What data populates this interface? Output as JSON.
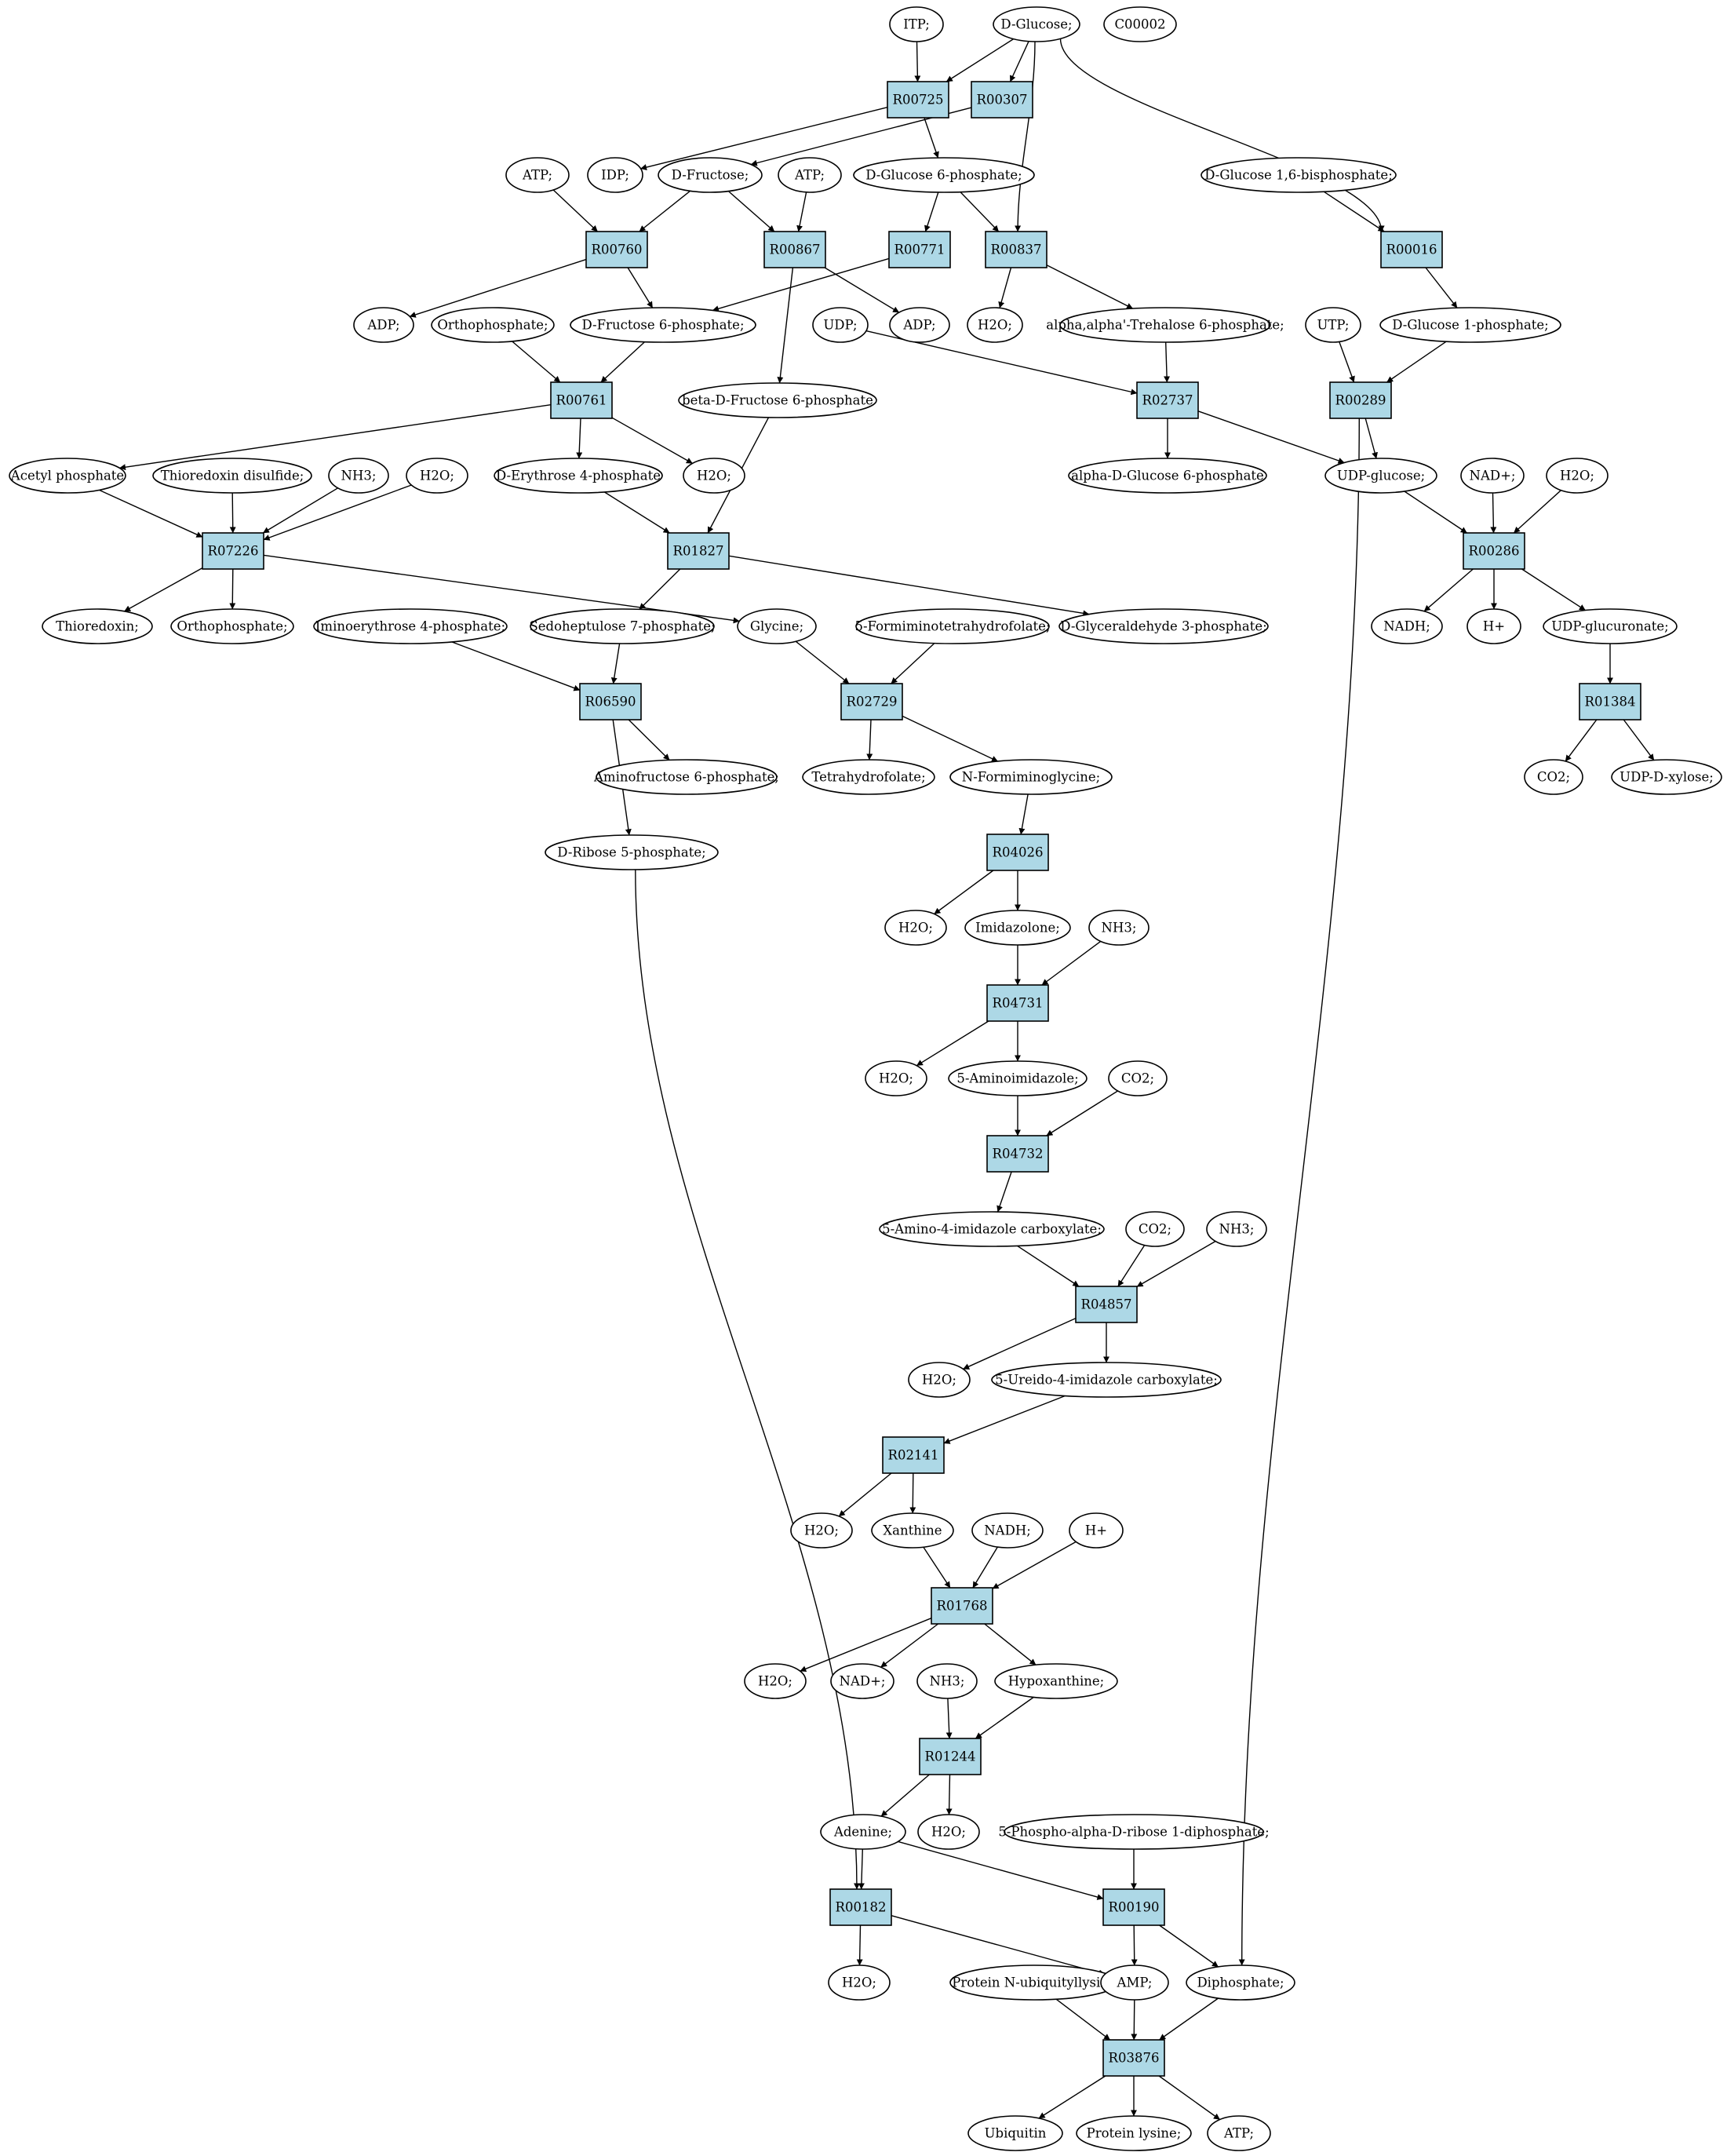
{
  "colors": {
    "reaction": "#add8e6",
    "start": "#00ff00",
    "highlight": "#ffff00",
    "compound": "#ffffff",
    "stroke": "#000000"
  },
  "nodes": {
    "itp": {
      "label": "ITP;",
      "kind": "compound"
    },
    "glucose": {
      "label": "D-Glucose;",
      "kind": "start"
    },
    "c00002": {
      "label": "C00002",
      "kind": "highlight"
    },
    "r00725": {
      "label": "R00725",
      "kind": "reaction"
    },
    "r00307": {
      "label": "R00307",
      "kind": "reaction"
    },
    "atp1": {
      "label": "ATP;",
      "kind": "compound"
    },
    "idp": {
      "label": "IDP;",
      "kind": "compound"
    },
    "fructose": {
      "label": "D-Fructose;",
      "kind": "compound"
    },
    "atp2": {
      "label": "ATP;",
      "kind": "compound"
    },
    "g6p": {
      "label": "D-Glucose 6-phosphate;",
      "kind": "compound"
    },
    "g16bp": {
      "label": "D-Glucose 1,6-bisphosphate;",
      "kind": "compound"
    },
    "r00760": {
      "label": "R00760",
      "kind": "reaction"
    },
    "r00867": {
      "label": "R00867",
      "kind": "reaction"
    },
    "r00771": {
      "label": "R00771",
      "kind": "reaction"
    },
    "r00837": {
      "label": "R00837",
      "kind": "reaction"
    },
    "r00016": {
      "label": "R00016",
      "kind": "reaction"
    },
    "adp1": {
      "label": "ADP;",
      "kind": "compound"
    },
    "orthophosphate1": {
      "label": "Orthophosphate;",
      "kind": "compound"
    },
    "f6p": {
      "label": "D-Fructose 6-phosphate;",
      "kind": "compound"
    },
    "adp2": {
      "label": "ADP;",
      "kind": "compound"
    },
    "h2o1": {
      "label": "H2O;",
      "kind": "compound"
    },
    "t6p": {
      "label": "alpha,alpha'-Trehalose 6-phosphate;",
      "kind": "compound"
    },
    "udp": {
      "label": "UDP;",
      "kind": "compound"
    },
    "utp": {
      "label": "UTP;",
      "kind": "compound"
    },
    "g1p": {
      "label": "D-Glucose 1-phosphate;",
      "kind": "compound"
    },
    "r00761": {
      "label": "R00761",
      "kind": "reaction"
    },
    "bf6p": {
      "label": "beta-D-Fructose 6-phosphate",
      "kind": "compound"
    },
    "r02737": {
      "label": "R02737",
      "kind": "reaction"
    },
    "r00289": {
      "label": "R00289",
      "kind": "reaction"
    },
    "acetylp": {
      "label": "Acetyl phosphate",
      "kind": "compound"
    },
    "trxs2": {
      "label": "Thioredoxin disulfide;",
      "kind": "compound"
    },
    "nh3_1": {
      "label": "NH3;",
      "kind": "compound"
    },
    "h2o2": {
      "label": "H2O;",
      "kind": "compound"
    },
    "e4p": {
      "label": "D-Erythrose 4-phosphate",
      "kind": "compound"
    },
    "h2o3": {
      "label": "H2O;",
      "kind": "compound"
    },
    "ag6p": {
      "label": "alpha-D-Glucose 6-phosphate",
      "kind": "compound"
    },
    "udpglc": {
      "label": "UDP-glucose;",
      "kind": "compound"
    },
    "nadp1": {
      "label": "NAD+;",
      "kind": "compound"
    },
    "h2o4": {
      "label": "H2O;",
      "kind": "compound"
    },
    "r07226": {
      "label": "R07226",
      "kind": "reaction"
    },
    "r01827": {
      "label": "R01827",
      "kind": "reaction"
    },
    "r00286": {
      "label": "R00286",
      "kind": "reaction"
    },
    "trx": {
      "label": "Thioredoxin;",
      "kind": "compound"
    },
    "orthophosphate2": {
      "label": "Orthophosphate;",
      "kind": "compound"
    },
    "ie4p": {
      "label": "Iminoerythrose 4-phosphate;",
      "kind": "compound"
    },
    "s7p": {
      "label": "Sedoheptulose 7-phosphate;",
      "kind": "compound"
    },
    "glycine": {
      "label": "Glycine;",
      "kind": "compound"
    },
    "formimino": {
      "label": "5-Formiminotetrahydrofolate;",
      "kind": "compound"
    },
    "gap": {
      "label": "D-Glyceraldehyde 3-phosphate;",
      "kind": "compound"
    },
    "nadh1": {
      "label": "NADH;",
      "kind": "compound"
    },
    "hplus1": {
      "label": "H+",
      "kind": "compound"
    },
    "udpglca": {
      "label": "UDP-glucuronate;",
      "kind": "compound"
    },
    "r06590": {
      "label": "R06590",
      "kind": "reaction"
    },
    "r02729": {
      "label": "R02729",
      "kind": "reaction"
    },
    "r01384": {
      "label": "R01384",
      "kind": "reaction"
    },
    "af6p": {
      "label": "Aminofructose 6-phosphate;",
      "kind": "compound"
    },
    "thf": {
      "label": "Tetrahydrofolate;",
      "kind": "compound"
    },
    "nfg": {
      "label": "N-Formiminoglycine;",
      "kind": "compound"
    },
    "co2_1": {
      "label": "CO2;",
      "kind": "compound"
    },
    "udpxyl": {
      "label": "UDP-D-xylose;",
      "kind": "compound"
    },
    "r5p": {
      "label": "D-Ribose 5-phosphate;",
      "kind": "compound"
    },
    "r04026": {
      "label": "R04026",
      "kind": "reaction"
    },
    "h2o5": {
      "label": "H2O;",
      "kind": "compound"
    },
    "imidazolone": {
      "label": "Imidazolone;",
      "kind": "compound"
    },
    "nh3_2": {
      "label": "NH3;",
      "kind": "compound"
    },
    "r04731": {
      "label": "R04731",
      "kind": "reaction"
    },
    "h2o6": {
      "label": "H2O;",
      "kind": "compound"
    },
    "aminoimidazole": {
      "label": "5-Aminoimidazole;",
      "kind": "compound"
    },
    "co2_2": {
      "label": "CO2;",
      "kind": "compound"
    },
    "r04732": {
      "label": "R04732",
      "kind": "reaction"
    },
    "aic": {
      "label": "5-Amino-4-imidazole carboxylate;",
      "kind": "compound"
    },
    "co2_3": {
      "label": "CO2;",
      "kind": "compound"
    },
    "nh3_3": {
      "label": "NH3;",
      "kind": "compound"
    },
    "r04857": {
      "label": "R04857",
      "kind": "reaction"
    },
    "h2o7": {
      "label": "H2O;",
      "kind": "compound"
    },
    "uic": {
      "label": "5-Ureido-4-imidazole carboxylate;",
      "kind": "compound"
    },
    "r02141": {
      "label": "R02141",
      "kind": "reaction"
    },
    "h2o8": {
      "label": "H2O;",
      "kind": "compound"
    },
    "xanthine": {
      "label": "Xanthine",
      "kind": "compound"
    },
    "nadh2": {
      "label": "NADH;",
      "kind": "compound"
    },
    "hplus2": {
      "label": "H+",
      "kind": "compound"
    },
    "r01768": {
      "label": "R01768",
      "kind": "reaction"
    },
    "h2o9": {
      "label": "H2O;",
      "kind": "compound"
    },
    "nadp2": {
      "label": "NAD+;",
      "kind": "compound"
    },
    "nh3_4": {
      "label": "NH3;",
      "kind": "compound"
    },
    "hypoxanthine": {
      "label": "Hypoxanthine;",
      "kind": "compound"
    },
    "r01244": {
      "label": "R01244",
      "kind": "reaction"
    },
    "adenine": {
      "label": "Adenine;",
      "kind": "compound"
    },
    "h2o10": {
      "label": "H2O;",
      "kind": "compound"
    },
    "prpp": {
      "label": "5-Phospho-alpha-D-ribose 1-diphosphate;",
      "kind": "compound"
    },
    "r00182": {
      "label": "R00182",
      "kind": "reaction"
    },
    "r00190": {
      "label": "R00190",
      "kind": "reaction"
    },
    "h2o11": {
      "label": "H2O;",
      "kind": "compound"
    },
    "pnub": {
      "label": "Protein N-ubiquityllysine",
      "kind": "compound"
    },
    "amp": {
      "label": "AMP;",
      "kind": "compound"
    },
    "ppi": {
      "label": "Diphosphate;",
      "kind": "compound"
    },
    "r03876": {
      "label": "R03876",
      "kind": "reaction"
    },
    "ubiquitin": {
      "label": "Ubiquitin",
      "kind": "compound"
    },
    "plys": {
      "label": "Protein lysine;",
      "kind": "compound"
    },
    "atp3": {
      "label": "ATP;",
      "kind": "compound"
    }
  },
  "edges": [
    [
      "itp",
      "r00725"
    ],
    [
      "glucose",
      "r00725"
    ],
    [
      "glucose",
      "r00307"
    ],
    [
      "glucose",
      "r00837"
    ],
    [
      "glucose",
      "r00016"
    ],
    [
      "r00725",
      "idp"
    ],
    [
      "r00725",
      "g6p"
    ],
    [
      "r00307",
      "fructose"
    ],
    [
      "atp1",
      "r00760"
    ],
    [
      "fructose",
      "r00760"
    ],
    [
      "fructose",
      "r00867"
    ],
    [
      "atp2",
      "r00867"
    ],
    [
      "g6p",
      "r00771"
    ],
    [
      "g6p",
      "r00837"
    ],
    [
      "g16bp",
      "r00016"
    ],
    [
      "r00760",
      "adp1"
    ],
    [
      "r00760",
      "f6p"
    ],
    [
      "r00771",
      "f6p"
    ],
    [
      "r00867",
      "adp2"
    ],
    [
      "r00867",
      "bf6p"
    ],
    [
      "r00837",
      "h2o1"
    ],
    [
      "r00837",
      "t6p"
    ],
    [
      "r00016",
      "g1p"
    ],
    [
      "orthophosphate1",
      "r00761"
    ],
    [
      "f6p",
      "r00761"
    ],
    [
      "udp",
      "r02737"
    ],
    [
      "t6p",
      "r02737"
    ],
    [
      "utp",
      "r00289"
    ],
    [
      "g1p",
      "r00289"
    ],
    [
      "r00761",
      "acetylp"
    ],
    [
      "r00761",
      "e4p"
    ],
    [
      "r00761",
      "h2o3"
    ],
    [
      "r02737",
      "ag6p"
    ],
    [
      "r02737",
      "udpglc"
    ],
    [
      "r00289",
      "udpglc"
    ],
    [
      "r00289",
      "ppi"
    ],
    [
      "acetylp",
      "r07226"
    ],
    [
      "trxs2",
      "r07226"
    ],
    [
      "nh3_1",
      "r07226"
    ],
    [
      "h2o2",
      "r07226"
    ],
    [
      "e4p",
      "r01827"
    ],
    [
      "bf6p",
      "r01827"
    ],
    [
      "udpglc",
      "r00286"
    ],
    [
      "nadp1",
      "r00286"
    ],
    [
      "h2o4",
      "r00286"
    ],
    [
      "r07226",
      "trx"
    ],
    [
      "r07226",
      "orthophosphate2"
    ],
    [
      "r07226",
      "glycine"
    ],
    [
      "r01827",
      "s7p"
    ],
    [
      "r01827",
      "gap"
    ],
    [
      "r00286",
      "nadh1"
    ],
    [
      "r00286",
      "hplus1"
    ],
    [
      "r00286",
      "udpglca"
    ],
    [
      "ie4p",
      "r06590"
    ],
    [
      "s7p",
      "r06590"
    ],
    [
      "glycine",
      "r02729"
    ],
    [
      "formimino",
      "r02729"
    ],
    [
      "udpglca",
      "r01384"
    ],
    [
      "r06590",
      "af6p"
    ],
    [
      "r06590",
      "r5p"
    ],
    [
      "r02729",
      "thf"
    ],
    [
      "r02729",
      "nfg"
    ],
    [
      "r01384",
      "co2_1"
    ],
    [
      "r01384",
      "udpxyl"
    ],
    [
      "nfg",
      "r04026"
    ],
    [
      "r04026",
      "h2o5"
    ],
    [
      "r04026",
      "imidazolone"
    ],
    [
      "imidazolone",
      "r04731"
    ],
    [
      "nh3_2",
      "r04731"
    ],
    [
      "r04731",
      "h2o6"
    ],
    [
      "r04731",
      "aminoimidazole"
    ],
    [
      "aminoimidazole",
      "r04732"
    ],
    [
      "co2_2",
      "r04732"
    ],
    [
      "r04732",
      "aic"
    ],
    [
      "aic",
      "r04857"
    ],
    [
      "co2_3",
      "r04857"
    ],
    [
      "nh3_3",
      "r04857"
    ],
    [
      "r04857",
      "h2o7"
    ],
    [
      "r04857",
      "uic"
    ],
    [
      "uic",
      "r02141"
    ],
    [
      "r02141",
      "h2o8"
    ],
    [
      "r02141",
      "xanthine"
    ],
    [
      "xanthine",
      "r01768"
    ],
    [
      "nadh2",
      "r01768"
    ],
    [
      "hplus2",
      "r01768"
    ],
    [
      "r01768",
      "h2o9"
    ],
    [
      "r01768",
      "nadp2"
    ],
    [
      "r01768",
      "hypoxanthine"
    ],
    [
      "nh3_4",
      "r01244"
    ],
    [
      "hypoxanthine",
      "r01244"
    ],
    [
      "r01244",
      "adenine"
    ],
    [
      "r01244",
      "h2o10"
    ],
    [
      "adenine",
      "r00182"
    ],
    [
      "r5p",
      "r00182"
    ],
    [
      "adenine",
      "r00190"
    ],
    [
      "prpp",
      "r00190"
    ],
    [
      "r00182",
      "h2o11"
    ],
    [
      "r00182",
      "amp"
    ],
    [
      "r00190",
      "amp"
    ],
    [
      "r00190",
      "ppi"
    ],
    [
      "pnub",
      "r03876"
    ],
    [
      "amp",
      "r03876"
    ],
    [
      "ppi",
      "r03876"
    ],
    [
      "r03876",
      "ubiquitin"
    ],
    [
      "r03876",
      "plys"
    ],
    [
      "r03876",
      "atp3"
    ]
  ]
}
